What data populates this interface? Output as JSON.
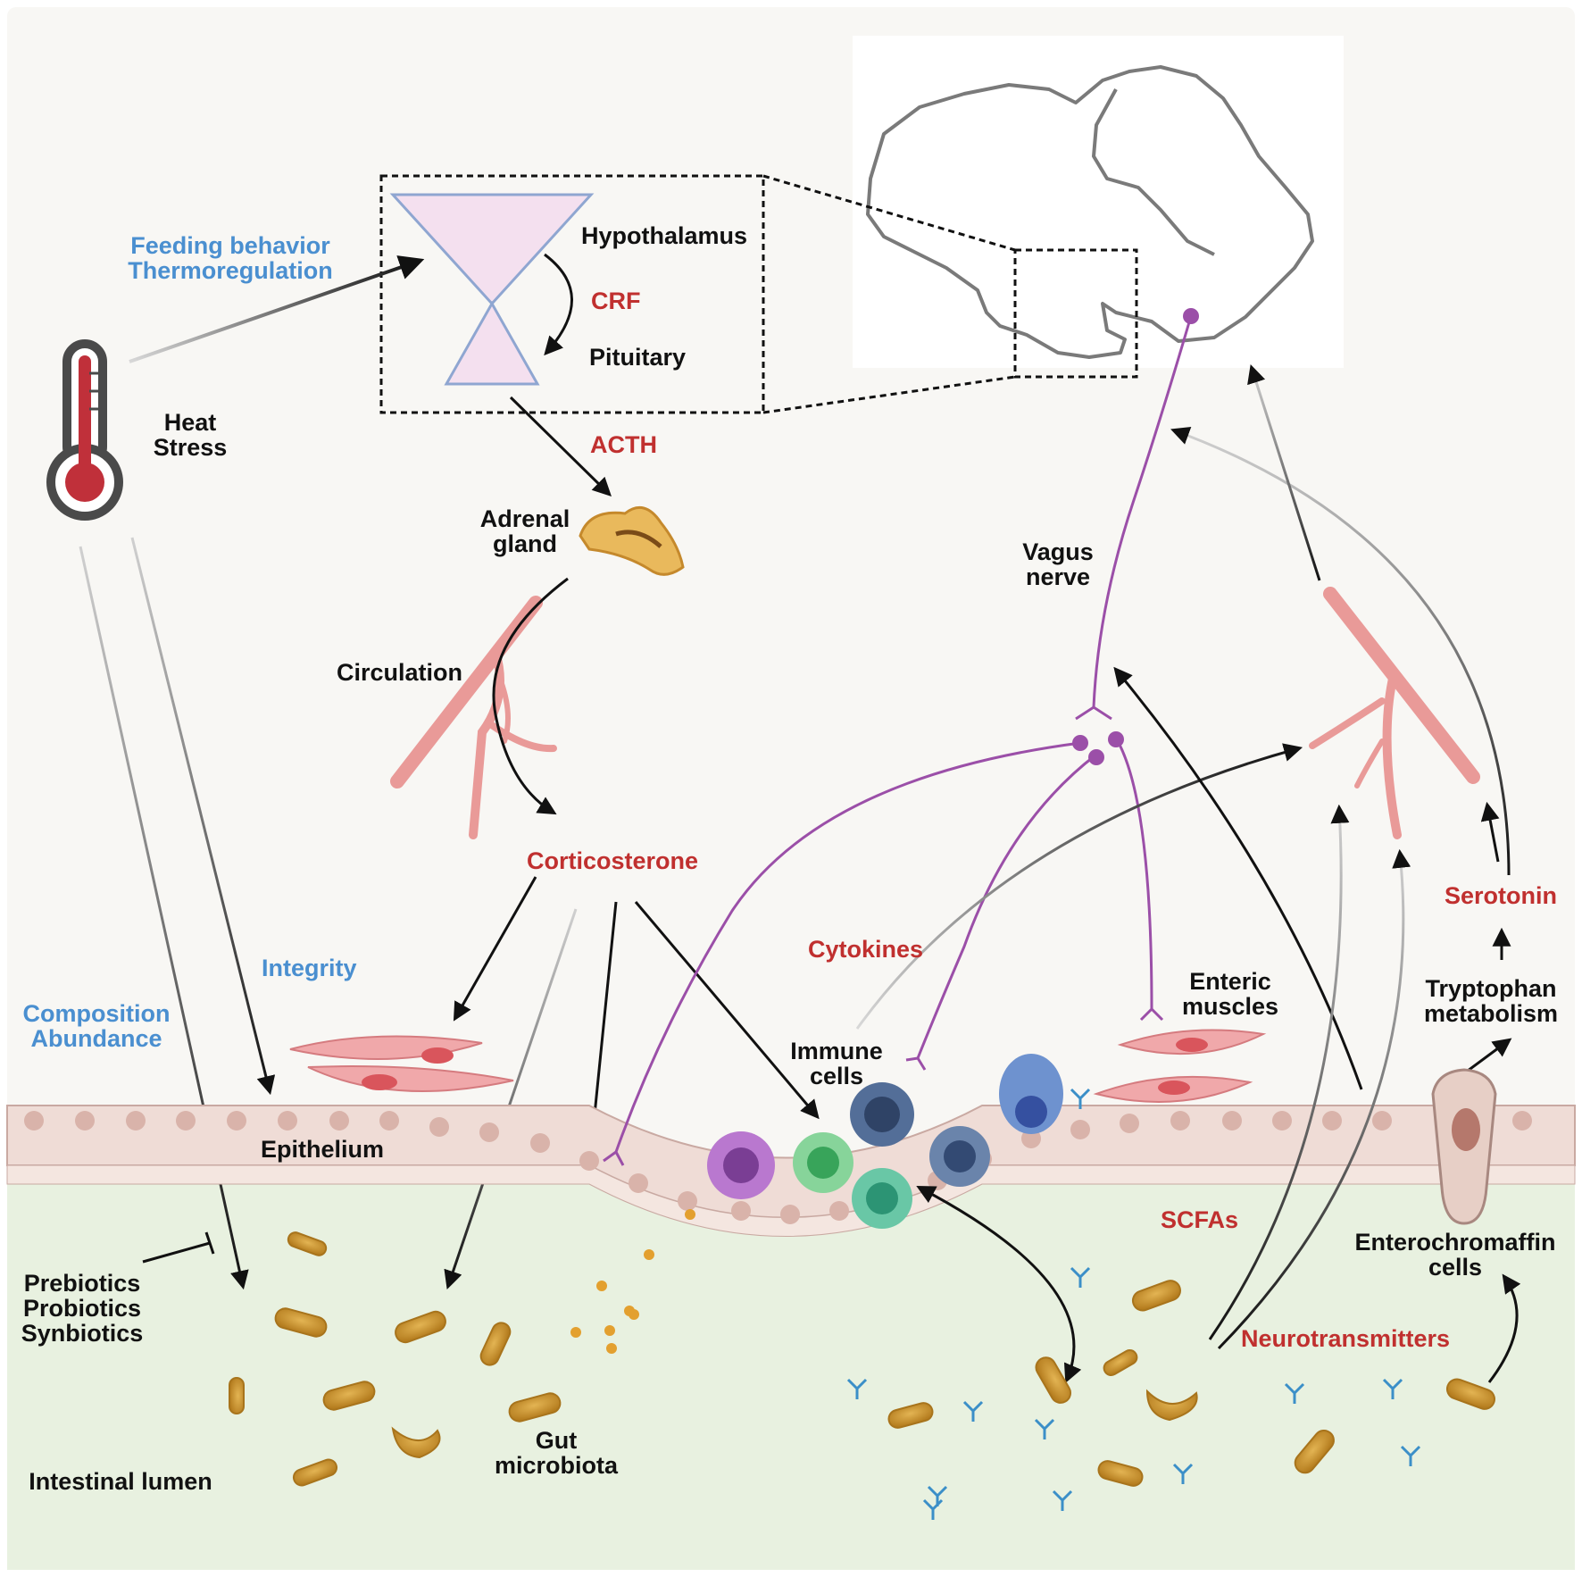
{
  "colors": {
    "background_top": "#f8f7f4",
    "lumen_green": "#e8f1e0",
    "hormone_red": "#c0302f",
    "function_blue": "#4a8fd0",
    "vagus_purple": "#9b4fa8",
    "vessel_pink": "#e99a98",
    "bacteria_gold": "#c8922c",
    "antibody_blue": "#3b8fc8"
  },
  "labels": {
    "hypothalamus": "Hypothalamus",
    "crf": "CRF",
    "pituitary": "Pituitary",
    "feeding_line1": "Feeding behavior",
    "feeding_line2": "Thermoregulation",
    "heat_line1": "Heat",
    "heat_line2": "Stress",
    "acth": "ACTH",
    "adrenal_line1": "Adrenal",
    "adrenal_line2": "gland",
    "circulation": "Circulation",
    "corticosterone": "Corticosterone",
    "vagus_line1": "Vagus",
    "vagus_line2": "nerve",
    "integrity": "Integrity",
    "composition_line1": "Composition",
    "composition_line2": "Abundance",
    "cytokines": "Cytokines",
    "immune_line1": "Immune",
    "immune_line2": "cells",
    "enteric_line1": "Enteric",
    "enteric_line2": "muscles",
    "serotonin": "Serotonin",
    "tryptophan_line1": "Tryptophan",
    "tryptophan_line2": "metabolism",
    "epithelium": "Epithelium",
    "scfas": "SCFAs",
    "enterochromaffin_line1": "Enterochromaffin",
    "enterochromaffin_line2": "cells",
    "neurotransmitters": "Neurotransmitters",
    "prebiotics": "Prebiotics",
    "probiotics": "Probiotics",
    "synbiotics": "Synbiotics",
    "gut_line1": "Gut",
    "gut_line2": "microbiota",
    "intestinal_lumen": "Intestinal lumen"
  },
  "icons": [
    "thermometer-icon",
    "brain-outline-icon",
    "hypothalamus-pituitary-icon",
    "adrenal-gland-icon",
    "blood-vessel-icon",
    "bacterium-icon",
    "antibody-icon",
    "immune-cell-icon",
    "enterochromaffin-cell-icon"
  ]
}
